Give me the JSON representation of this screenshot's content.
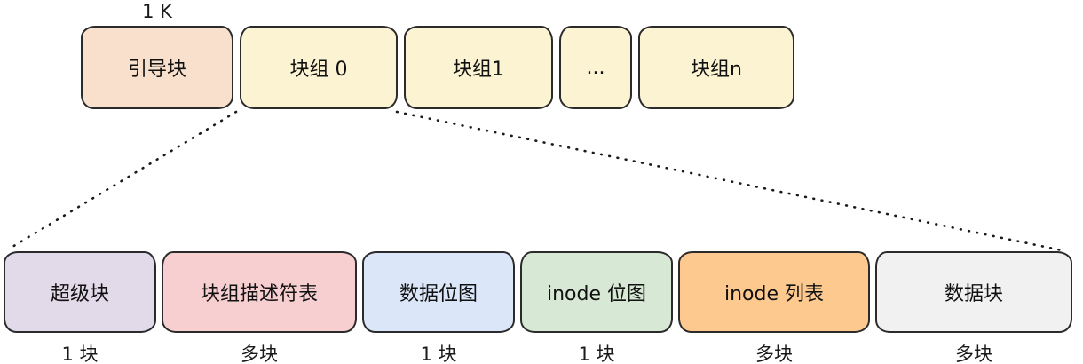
{
  "top_row": {
    "size_label": "1 K",
    "blocks": [
      {
        "label": "引导块",
        "fill": "#f9e0cd"
      },
      {
        "label": "块组 0",
        "fill": "#fcf3d3"
      },
      {
        "label": "块组1",
        "fill": "#fcf3d3"
      },
      {
        "label": "...",
        "fill": "#fcf3d3"
      },
      {
        "label": "块组n",
        "fill": "#fcf3d3"
      }
    ]
  },
  "bottom_row": {
    "blocks": [
      {
        "label": "超级块",
        "count": "1 块",
        "fill": "#e2d9e9"
      },
      {
        "label": "块组描述符表",
        "count": "多块",
        "fill": "#f8cfd1"
      },
      {
        "label": "数据位图",
        "count": "1 块",
        "fill": "#dbe7f8"
      },
      {
        "label": "inode 位图",
        "count": "1 块",
        "fill": "#d7e8d4"
      },
      {
        "label": "inode 列表",
        "count": "多块",
        "fill": "#fdc98f"
      },
      {
        "label": "数据块",
        "count": "多块",
        "fill": "#f1f1f1"
      }
    ]
  },
  "colors": {
    "border": "#2b2b2b",
    "text": "#1a1a1a",
    "connector": "#1a1a1a",
    "background": "#ffffff"
  }
}
